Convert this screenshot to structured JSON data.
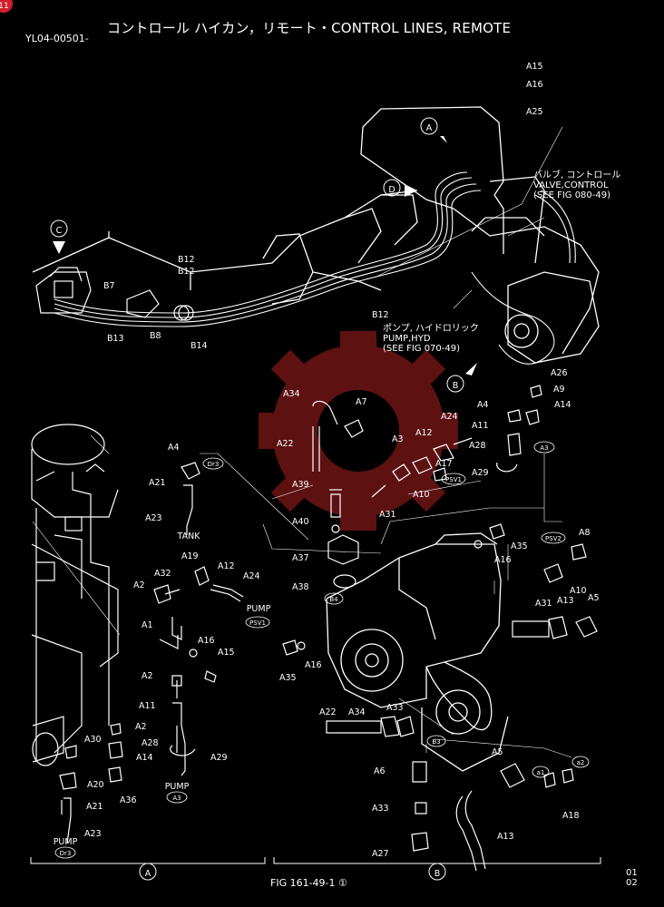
{
  "header": {
    "title": "コントロール ハイカン，リモート・CONTROL LINES, REMOTE",
    "code": "YL04-00501-",
    "corner_mark": "11"
  },
  "footer": {
    "figure": "FIG 161-49-1 ①",
    "revision_top": "01",
    "revision_bottom": "02",
    "section_a": "A",
    "section_b": "B"
  },
  "notes": {
    "valve": [
      "バルブ, コントロール",
      "VALVE,CONTROL",
      "(SEE FIG 080-49)"
    ],
    "pump": [
      "ポンプ, ハイドロリック",
      "PUMP,HYD",
      "(SEE FIG 070-49)"
    ]
  },
  "view_markers": [
    "A",
    "B",
    "C",
    "D"
  ],
  "left_group_labels": {
    "tank": "TANK",
    "pump_a3": "PUMP",
    "pump_psv1": "PUMP",
    "pump_dr3": "PUMP"
  },
  "tags": [
    "Dr3",
    "PSV1",
    "A3",
    "PSV2",
    "B4",
    "B3",
    "a1",
    "a2"
  ],
  "part_labels_top": [
    "A15",
    "A16",
    "A25",
    "B12",
    "B12",
    "B7",
    "B13",
    "B8",
    "B14",
    "B12"
  ],
  "part_labels_middle": [
    "A34",
    "A7",
    "A22",
    "A39",
    "A40",
    "A37",
    "A38",
    "A3",
    "A12",
    "A24",
    "A17",
    "A10",
    "A31",
    "A4",
    "A26",
    "A9",
    "A14",
    "A11",
    "A28",
    "A29"
  ],
  "part_labels_left": [
    "A4",
    "A21",
    "A23",
    "A19",
    "A32",
    "A12",
    "A24",
    "A2",
    "A1",
    "A16",
    "A15",
    "A2",
    "A11",
    "A2",
    "A30",
    "A14",
    "A28",
    "A29",
    "A20",
    "A36",
    "A21",
    "A23"
  ],
  "part_labels_right": [
    "A8",
    "A35",
    "A16",
    "A10",
    "A31",
    "A13",
    "A5",
    "A35",
    "A16",
    "A22",
    "A34",
    "A33",
    "A6",
    "A5",
    "A33",
    "A18",
    "A27",
    "A13"
  ],
  "colors": {
    "line": "#ffffff",
    "background": "#000000",
    "watermark": "#6e1414",
    "corner": "#d21e2a"
  }
}
